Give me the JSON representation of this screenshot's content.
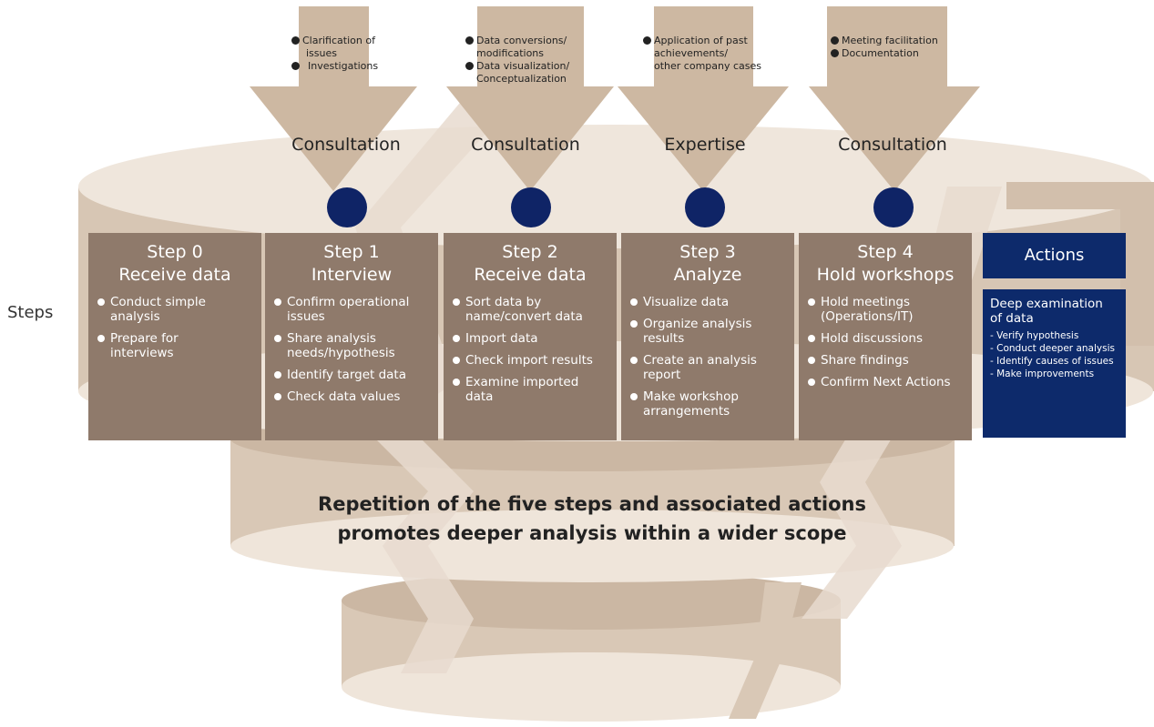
{
  "steps_label": "Steps",
  "services": [
    {
      "label": "Consultation",
      "bullets": [
        [
          "Clarification of",
          "issues"
        ],
        [
          "Investigations"
        ]
      ]
    },
    {
      "label": "Consultation",
      "bullets": [
        [
          "Data conversions/",
          "modifications"
        ],
        [
          "Data visualization/",
          "Conceptualization"
        ]
      ]
    },
    {
      "label": "Expertise",
      "bullets": [
        [
          "Application of past",
          "achievements/",
          "other company cases"
        ]
      ]
    },
    {
      "label": "Consultation",
      "bullets": [
        [
          "Meeting facilitation"
        ],
        [
          "Documentation"
        ]
      ]
    }
  ],
  "steps": [
    {
      "num": "Step 0",
      "title": "Receive data",
      "items": [
        [
          "Conduct simple",
          "analysis"
        ],
        [
          "Prepare for",
          "interviews"
        ]
      ]
    },
    {
      "num": "Step 1",
      "title": "Interview",
      "items": [
        [
          "Confirm operational",
          "issues"
        ],
        [
          "Share analysis",
          "needs/hypothesis"
        ],
        [
          "Identify target data"
        ],
        [
          "Check data values"
        ]
      ]
    },
    {
      "num": "Step 2",
      "title": "Receive data",
      "items": [
        [
          "Sort data by",
          "name/convert data"
        ],
        [
          "Import data"
        ],
        [
          "Check import results"
        ],
        [
          "Examine imported",
          "data"
        ]
      ]
    },
    {
      "num": "Step 3",
      "title": "Analyze",
      "items": [
        [
          "Visualize data"
        ],
        [
          "Organize analysis",
          "results"
        ],
        [
          "Create an analysis",
          "report"
        ],
        [
          "Make workshop",
          "arrangements"
        ]
      ]
    },
    {
      "num": "Step 4",
      "title": "Hold workshops",
      "items": [
        [
          "Hold meetings",
          "(Operations/IT)"
        ],
        [
          "Hold discussions"
        ],
        [
          "Share findings"
        ],
        [
          "Confirm Next Actions"
        ]
      ]
    }
  ],
  "actions": {
    "title": "Actions",
    "deep": "Deep examination of data",
    "items": [
      "- Verify hypothesis",
      "- Conduct deeper analysis",
      "- Identify causes of issues",
      "- Make improvements"
    ]
  },
  "repeat": [
    "Repetition of the five steps and associated actions",
    "promotes deeper analysis within a wider scope"
  ],
  "colors": {
    "box": "#8f7a6b",
    "navy": "#0d2a6b",
    "cylinder": "#d8c6b4",
    "cylinder_top": "#efe6dc",
    "arrow": "#cdb8a2"
  }
}
